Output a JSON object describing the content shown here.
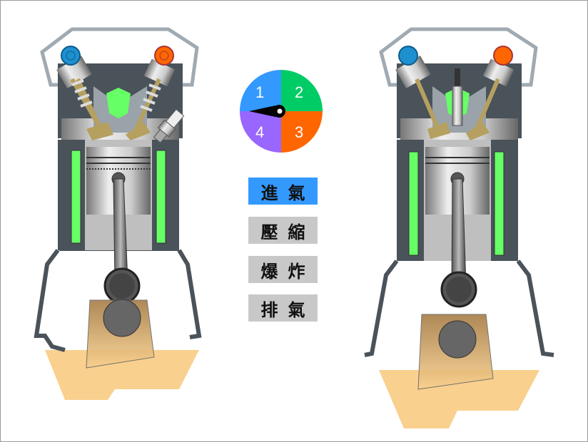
{
  "title": "四行程引擎",
  "dial": {
    "quadrants": [
      {
        "label": "1",
        "color": "#3399ff"
      },
      {
        "label": "2",
        "color": "#00cc66"
      },
      {
        "label": "3",
        "color": "#ff6600"
      },
      {
        "label": "4",
        "color": "#9966ff"
      }
    ],
    "current_stroke": 1
  },
  "strokes": [
    {
      "label": "進氣",
      "active": true
    },
    {
      "label": "壓縮",
      "active": false
    },
    {
      "label": "爆炸",
      "active": false
    },
    {
      "label": "排氣",
      "active": false
    }
  ],
  "colors": {
    "intake": "#1e90d0",
    "exhaust": "#ff6600",
    "coolant": "#66ff66",
    "block": "#4a525a",
    "oil": "#f9d08e"
  }
}
